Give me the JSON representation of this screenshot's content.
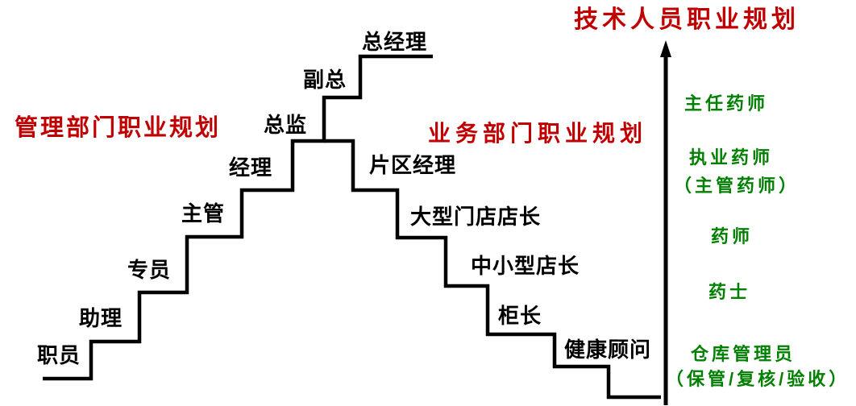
{
  "titles": {
    "management": "管理部门职业规划",
    "business": "业务部门职业规划",
    "technical": "技术人员职业规划"
  },
  "management_path": {
    "levels": [
      "职员",
      "助理",
      "专员",
      "主管",
      "经理",
      "总监",
      "副总",
      "总经理"
    ]
  },
  "business_path": {
    "levels": [
      "片区经理",
      "大型门店店长",
      "中小型店长",
      "柜长",
      "健康顾问"
    ]
  },
  "technical_path": {
    "levels": [
      "主任药师",
      "执业药师",
      "（主管药师）",
      "药师",
      "药士",
      "仓库管理员",
      "（保管/复核/验收）"
    ]
  },
  "colors": {
    "title_red": "#C00000",
    "technical_green": "#008000",
    "line_black": "#000000",
    "background": "#FFFFFF"
  }
}
